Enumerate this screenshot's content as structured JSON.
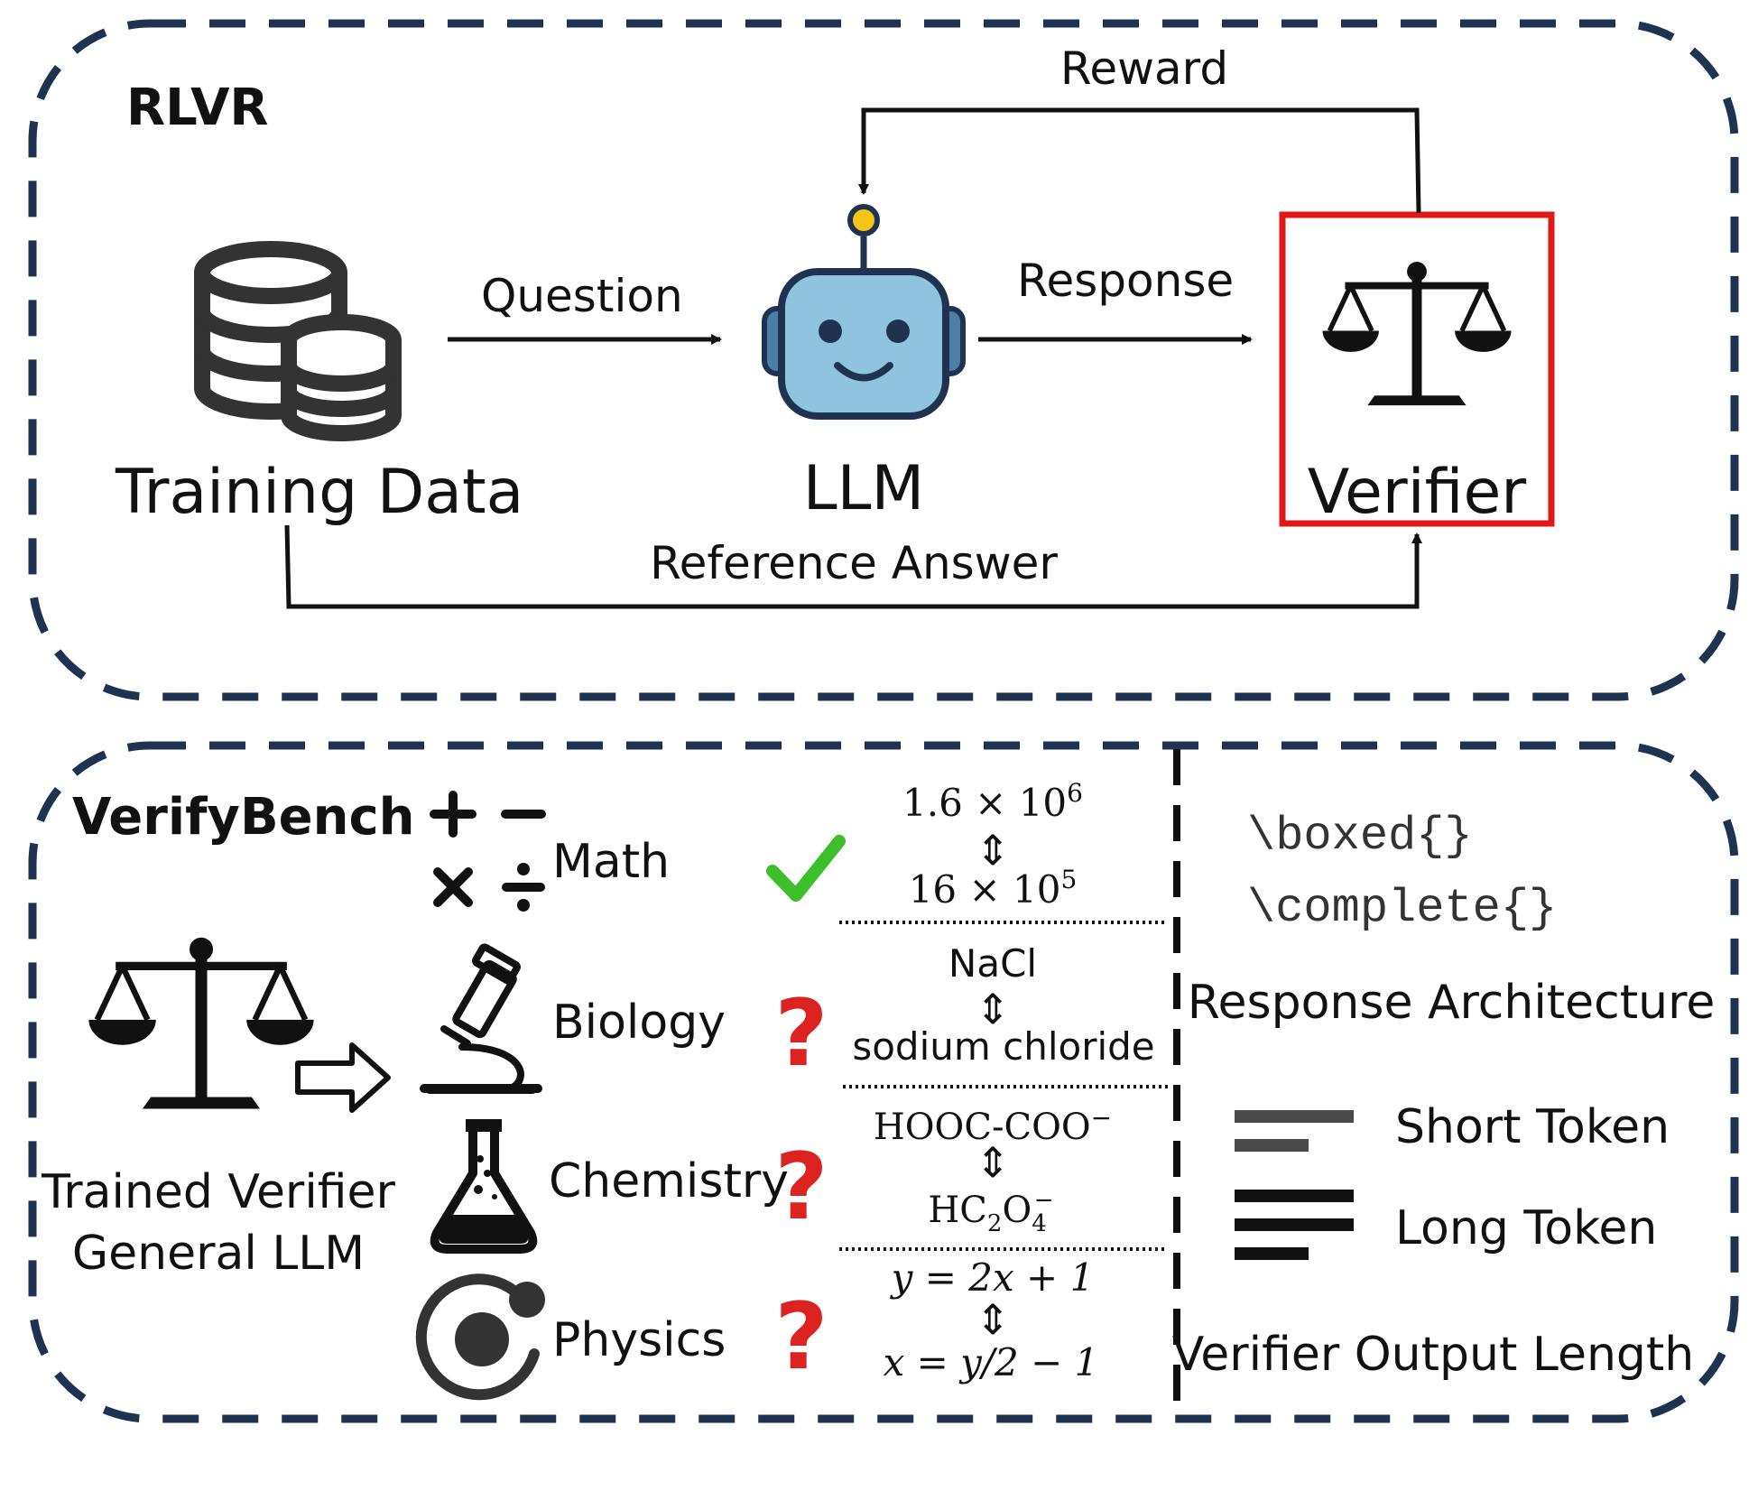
{
  "colors": {
    "frame": "#1f3350",
    "arrow": "#111111",
    "verifier_box": "#e01818",
    "robot_face": "#8fc3de",
    "robot_dark": "#1f3350",
    "antenna_tip": "#f5c518",
    "check": "#3cbf2a",
    "question": "#dd2222",
    "bar_short": "#4a4a4a",
    "bar_long": "#111111"
  },
  "rlvr": {
    "title": "RLVR",
    "training_data_label": "Training Data",
    "llm_label": "LLM",
    "verifier_label": "Verifier",
    "question_label": "Question",
    "response_label": "Response",
    "reward_label": "Reward",
    "reference_answer_label": "Reference Answer",
    "icons": [
      "database-icon",
      "robot-icon",
      "scales-icon"
    ]
  },
  "verifybench": {
    "title": "VerifyBench",
    "trained_verifier_label": "Trained Verifier",
    "general_llm_label": "General LLM",
    "domains": [
      {
        "name": "Math",
        "icon": "math-operators-icon",
        "mark": "check",
        "top": "1.6 × 10",
        "top_sup": "6",
        "bottom": "16 × 10",
        "bottom_sup": "5"
      },
      {
        "name": "Biology",
        "icon": "microscope-icon",
        "mark": "question",
        "top": "NaCl",
        "bottom": "sodium chloride"
      },
      {
        "name": "Chemistry",
        "icon": "flask-icon",
        "mark": "question",
        "top": "HOOC-COO",
        "top_sup": "−",
        "bottom_parts": [
          "HC",
          "2",
          "O",
          "4",
          "−"
        ]
      },
      {
        "name": "Physics",
        "icon": "atom-icon",
        "mark": "question",
        "top": "y = 2x + 1",
        "bottom": "x = y/2 − 1"
      }
    ],
    "equiv_symbol": "⇕",
    "question_mark": "?",
    "check_mark": "✔",
    "boxed_code": "\\boxed{}",
    "complete_code": "\\complete{}",
    "response_architecture_label": "Response Architecture",
    "short_token_label": "Short Token",
    "long_token_label": "Long Token",
    "verifier_output_length_label": "Verifier Output Length"
  }
}
